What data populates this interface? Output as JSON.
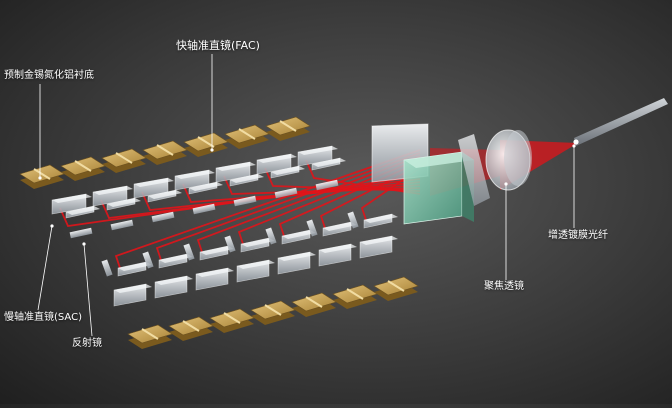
{
  "labels": {
    "submount": "预制金锡氮化铝衬底",
    "fac": "快轴准直镜(FAC)",
    "sac": "慢轴准直镜(SAC)",
    "mirror": "反射镜",
    "focus_lens": "聚焦透镜",
    "fiber": "增透镀膜光纤"
  },
  "colors": {
    "background": "#3a3a3a",
    "beam": "#e0141a",
    "chip_gold": "#c9a55a",
    "chip_stripe": "#f1dca2",
    "glass": "#d9dde2",
    "prism_green": "#7fd0b0",
    "leader_line": "#ffffff"
  },
  "diagram": {
    "upper_row_emitters": 7,
    "lower_row_emitters": 7,
    "components": [
      "submount",
      "fac",
      "sac",
      "mirror",
      "focus_lens",
      "fiber"
    ]
  }
}
